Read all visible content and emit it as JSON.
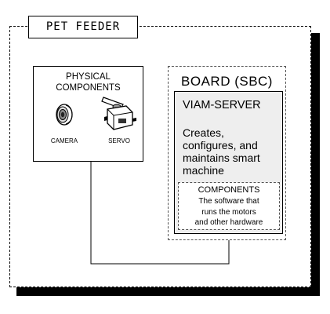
{
  "title": "PET FEEDER",
  "physical": {
    "title": "PHYSICAL\nCOMPONENTS",
    "camera_label": "CAMERA",
    "servo_label": "SERVO",
    "camera_icon": "camera-lens-icon",
    "servo_icon": "servo-motor-icon"
  },
  "board": {
    "title": "BOARD (SBC)",
    "server_title": "VIAM-SERVER",
    "server_description": "Creates,\nconfigures, and\nmaintains smart\nmachine",
    "components_title": "COMPONENTS",
    "components_description": "The software that\nruns the motors\nand other hardware"
  },
  "colors": {
    "server_fill": "#eeeeee",
    "line": "#000000",
    "dashed_border": "#555555"
  }
}
